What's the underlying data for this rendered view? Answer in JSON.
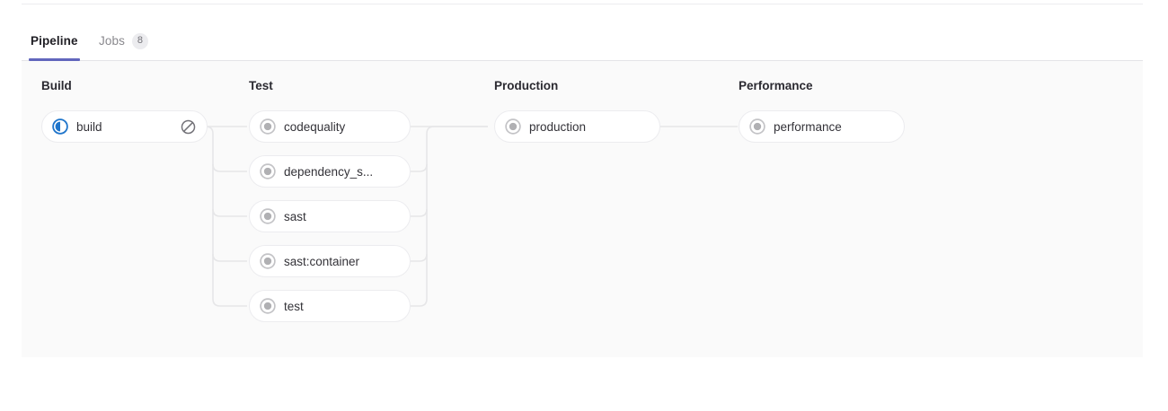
{
  "tabs": [
    {
      "label": "Pipeline",
      "active": true,
      "badge": null
    },
    {
      "label": "Jobs",
      "active": false,
      "badge": "8"
    }
  ],
  "colors": {
    "accent": "#6166bd",
    "running": "#1f75cb",
    "created": "#b0b0b3",
    "panel_bg": "#fafafa",
    "node_border": "#ececef",
    "connector": "#e6e6e8",
    "text": "#333238",
    "heading": "#2b2a31"
  },
  "pipeline": {
    "stages": [
      {
        "name": "Build",
        "jobs": [
          {
            "name": "build",
            "status": "running",
            "status_icon": "status-running-icon",
            "action": "cancel-icon"
          }
        ]
      },
      {
        "name": "Test",
        "jobs": [
          {
            "name": "codequality",
            "status": "created",
            "status_icon": "status-created-icon",
            "action": null
          },
          {
            "name": "dependency_s...",
            "status": "created",
            "status_icon": "status-created-icon",
            "action": null
          },
          {
            "name": "sast",
            "status": "created",
            "status_icon": "status-created-icon",
            "action": null
          },
          {
            "name": "sast:container",
            "status": "created",
            "status_icon": "status-created-icon",
            "action": null
          },
          {
            "name": "test",
            "status": "created",
            "status_icon": "status-created-icon",
            "action": null
          }
        ]
      },
      {
        "name": "Production",
        "jobs": [
          {
            "name": "production",
            "status": "created",
            "status_icon": "status-created-icon",
            "action": null
          }
        ]
      },
      {
        "name": "Performance",
        "jobs": [
          {
            "name": "performance",
            "status": "created",
            "status_icon": "status-created-icon",
            "action": null
          }
        ]
      }
    ]
  }
}
